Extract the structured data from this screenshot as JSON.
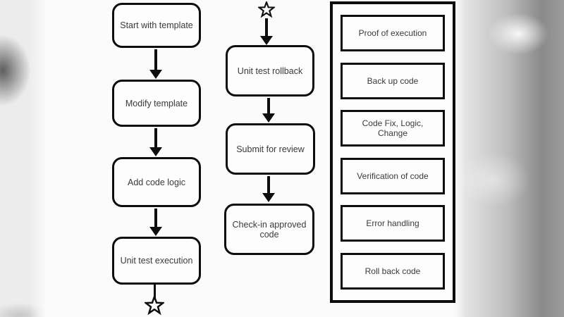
{
  "colors": {
    "line": "#0d0d0d",
    "text": "#3a3a3a",
    "slide_bg": "#fbfbfb",
    "backdrop_gray": "#8a8a8a"
  },
  "flowchart": {
    "column1": {
      "boxes": [
        {
          "label": "Start with template"
        },
        {
          "label": "Modify template"
        },
        {
          "label": "Add code logic"
        },
        {
          "label": "Unit test execution"
        }
      ],
      "end_connector": "star"
    },
    "column2": {
      "start_connector": "star",
      "boxes": [
        {
          "label": "Unit test rollback"
        },
        {
          "label": "Submit for review"
        },
        {
          "label": "Check-in approved code"
        }
      ]
    },
    "column3": {
      "items": [
        {
          "label": "Proof of execution"
        },
        {
          "label": "Back up code"
        },
        {
          "label": "Code Fix, Logic, Change"
        },
        {
          "label": "Verification of code"
        },
        {
          "label": "Error handling"
        },
        {
          "label": "Roll back code"
        }
      ]
    }
  }
}
